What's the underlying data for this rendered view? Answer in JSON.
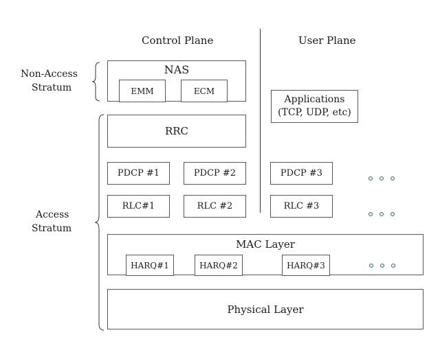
{
  "headings": {
    "control_plane": "Control Plane",
    "user_plane": "User Plane"
  },
  "side_labels": {
    "non_access_stratum": [
      "Non-Access",
      "Stratum"
    ],
    "access_stratum": [
      "Access",
      "Stratum"
    ]
  },
  "nas": {
    "title": "NAS",
    "emm": "EMM",
    "ecm": "ECM"
  },
  "applications": [
    "Applications",
    "(TCP, UDP, etc)"
  ],
  "rrc": "RRC",
  "pdcp": [
    "PDCP #1",
    "PDCP #2",
    "PDCP #3"
  ],
  "rlc": [
    "RLC#1",
    "RLC #2",
    "RLC #3"
  ],
  "mac": {
    "title": "MAC Layer",
    "harq": [
      "HARQ#1",
      "HARQ#2",
      "HARQ#3"
    ]
  },
  "physical": "Physical Layer"
}
